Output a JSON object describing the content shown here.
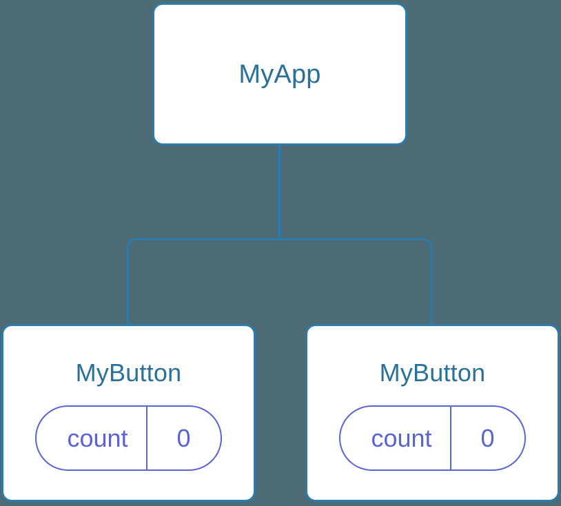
{
  "diagram": {
    "type": "component-tree",
    "background_color": "#4d6b74",
    "node_border_color": "#2b7bad",
    "node_title_color": "#2b7099",
    "pill_color": "#5a63d4",
    "edge_color": "#2b7bad"
  },
  "nodes": {
    "root": {
      "title": "MyApp"
    },
    "child_left": {
      "title": "MyButton",
      "state": {
        "key": "count",
        "value": "0"
      }
    },
    "child_right": {
      "title": "MyButton",
      "state": {
        "key": "count",
        "value": "0"
      }
    }
  }
}
